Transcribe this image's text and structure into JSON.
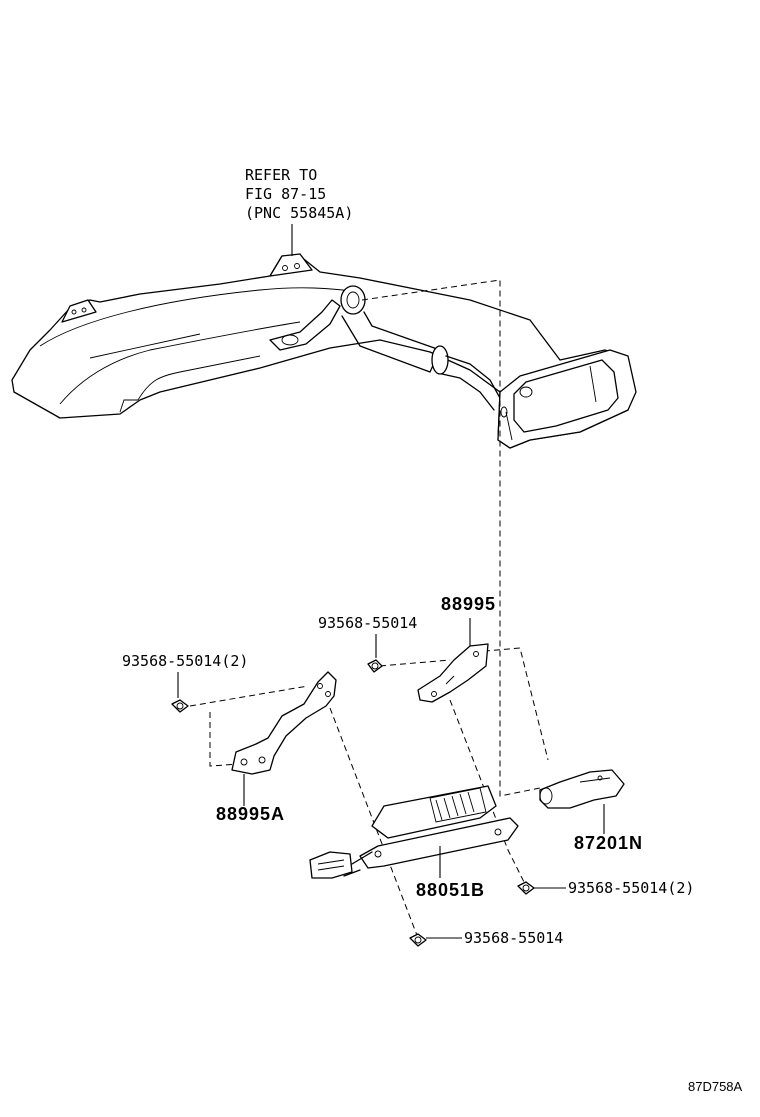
{
  "diagram": {
    "refer_note": {
      "line1": "REFER TO",
      "line2": "FIG 87-15",
      "line3": "(PNC 55845A)"
    },
    "labels": {
      "bracket_right": "88995",
      "bolt_top_mid": "93568-55014",
      "bolt_left": "93568-55014(2)",
      "bracket_left": "88995A",
      "sensor": "87201N",
      "bolt_right": "93568-55014(2)",
      "amplifier": "88051B",
      "bolt_bottom": "93568-55014"
    },
    "figure_code": "87D758A"
  }
}
